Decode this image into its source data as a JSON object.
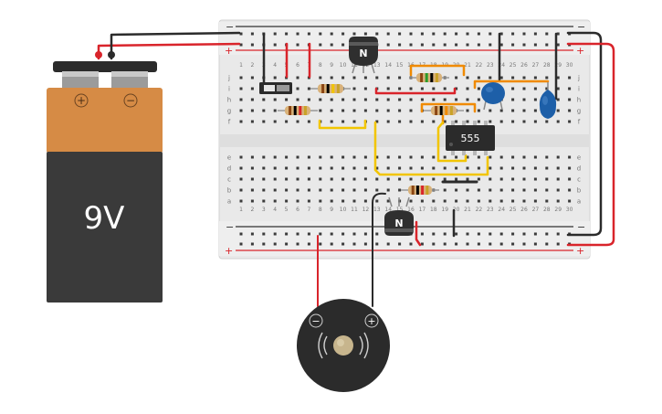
{
  "battery": {
    "label": "9V",
    "plus": "+",
    "minus": "−"
  },
  "breadboard": {
    "rows_top": [
      "j",
      "i",
      "h",
      "g",
      "f"
    ],
    "rows_bottom": [
      "e",
      "d",
      "c",
      "b",
      "a"
    ],
    "rail_plus": "+",
    "rail_minus": "−",
    "columns": [
      "1",
      "2",
      "3",
      "4",
      "5",
      "6",
      "7",
      "8",
      "9",
      "10",
      "11",
      "12",
      "13",
      "14",
      "15",
      "16",
      "17",
      "18",
      "19",
      "20",
      "21",
      "22",
      "23",
      "24",
      "25",
      "26",
      "27",
      "28",
      "29",
      "30"
    ]
  },
  "chip": {
    "label": "555"
  },
  "transistor_top": {
    "label": "N"
  },
  "transistor_bottom": {
    "label": "N"
  },
  "buzzer": {
    "minus": "−",
    "plus": "+",
    "symbol": "((( ● )))"
  },
  "colors": {
    "board": "#e9e9e9",
    "wire_red": "#d9242b",
    "wire_black": "#2b2b2b",
    "wire_yellow": "#f2c500",
    "wire_orange": "#f08a00",
    "battery_top": "#d68b45",
    "battery_body": "#3a3a3a",
    "capacitor": "#1d5fa8"
  }
}
